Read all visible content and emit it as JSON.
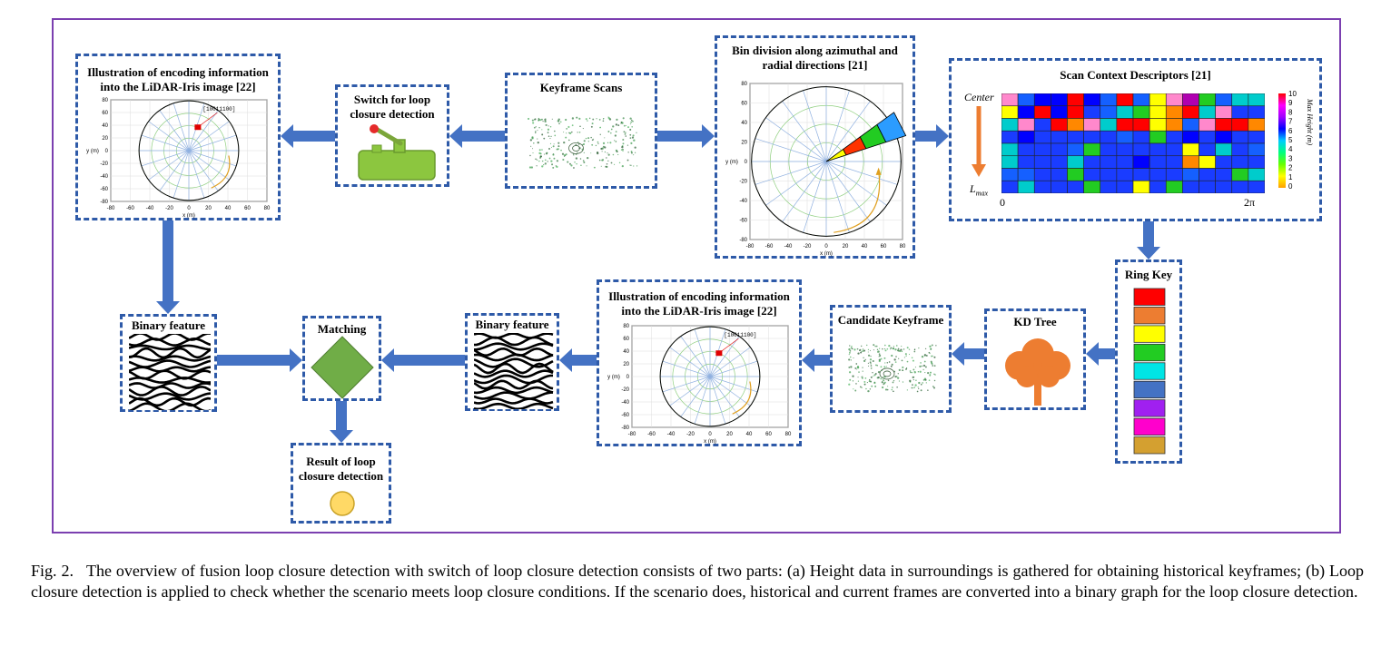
{
  "blocks": {
    "iris_top": {
      "title": "Illustration of encoding information into the LiDAR-Iris image [22]",
      "code": "[10011100]"
    },
    "switch": {
      "title": "Switch for loop closure detection"
    },
    "keyframe_scans": {
      "title": "Keyframe Scans"
    },
    "bin_division": {
      "title": "Bin division along azimuthal and radial directions [21]"
    },
    "scan_context": {
      "title": "Scan Context Descriptors [21]",
      "center_label": "Center",
      "lmax_label": "L",
      "lmax_sub": "max",
      "x_start": "0",
      "x_end": "2π",
      "colorbar_label": "Max Height  (m)",
      "colorbar_ticks": [
        "10",
        "9",
        "8",
        "7",
        "6",
        "5",
        "4",
        "3",
        "2",
        "1",
        "0"
      ]
    },
    "ring_key": {
      "title": "Ring Key"
    },
    "kd_tree": {
      "title": "KD Tree"
    },
    "candidate": {
      "title": "Candidate Keyframe"
    },
    "iris_bottom": {
      "title": "Illustration of encoding information into the LiDAR-Iris image [22]",
      "code": "[10011100]"
    },
    "binary_right": {
      "title": "Binary feature"
    },
    "matching": {
      "title": "Matching"
    },
    "binary_left": {
      "title": "Binary feature"
    },
    "result": {
      "title": "Result of loop closure detection"
    }
  },
  "axes": {
    "iris_top": {
      "x_ticks": [
        "-80",
        "-60",
        "-40",
        "-20",
        "0",
        "20",
        "40",
        "60",
        "80"
      ],
      "y_ticks": [
        "80",
        "60",
        "40",
        "20",
        "0",
        "-20",
        "-40",
        "-60",
        "-80"
      ],
      "xlabel": "x (m)",
      "ylabel": "y (m)"
    },
    "bin": {
      "x_ticks": [
        "-80",
        "-60",
        "-40",
        "-20",
        "0",
        "20",
        "40",
        "60",
        "80"
      ],
      "y_ticks": [
        "80",
        "60",
        "40",
        "20",
        "0",
        "-20",
        "-40",
        "-60",
        "-80"
      ],
      "xlabel": "x (m)",
      "ylabel": "y (m)"
    },
    "iris_bottom": {
      "x_ticks": [
        "-80",
        "-60",
        "-40",
        "-20",
        "0",
        "20",
        "40",
        "60",
        "80"
      ],
      "y_ticks": [
        "80",
        "60",
        "40",
        "20",
        "0",
        "-20",
        "-40",
        "-60",
        "-80"
      ],
      "xlabel": "x (m)",
      "ylabel": "y (m)"
    }
  },
  "colors": {
    "frame": "#7b3fb0",
    "dashed_border": "#2e5aa8",
    "arrow": "#4472c4",
    "switch_body": "#8cc63f",
    "matching": "#70ad47",
    "tree": "#ed7d31",
    "result_dot": "#ffd966"
  },
  "ring_key_colors": [
    "#ff0000",
    "#ed7d31",
    "#ffff00",
    "#22cc22",
    "#00e5e5",
    "#4472c4",
    "#a020f0",
    "#ff00cc",
    "#d4a030"
  ],
  "caption": {
    "num": "Fig. 2.",
    "text": "The overview of fusion loop closure detection with switch of loop closure detection consists of two parts: (a) Height data in surroundings is gathered for obtaining historical keyframes; (b) Loop closure detection is applied to check whether the scenario meets loop closure conditions. If the scenario does, historical and current frames are converted into a binary graph for the loop closure detection."
  }
}
